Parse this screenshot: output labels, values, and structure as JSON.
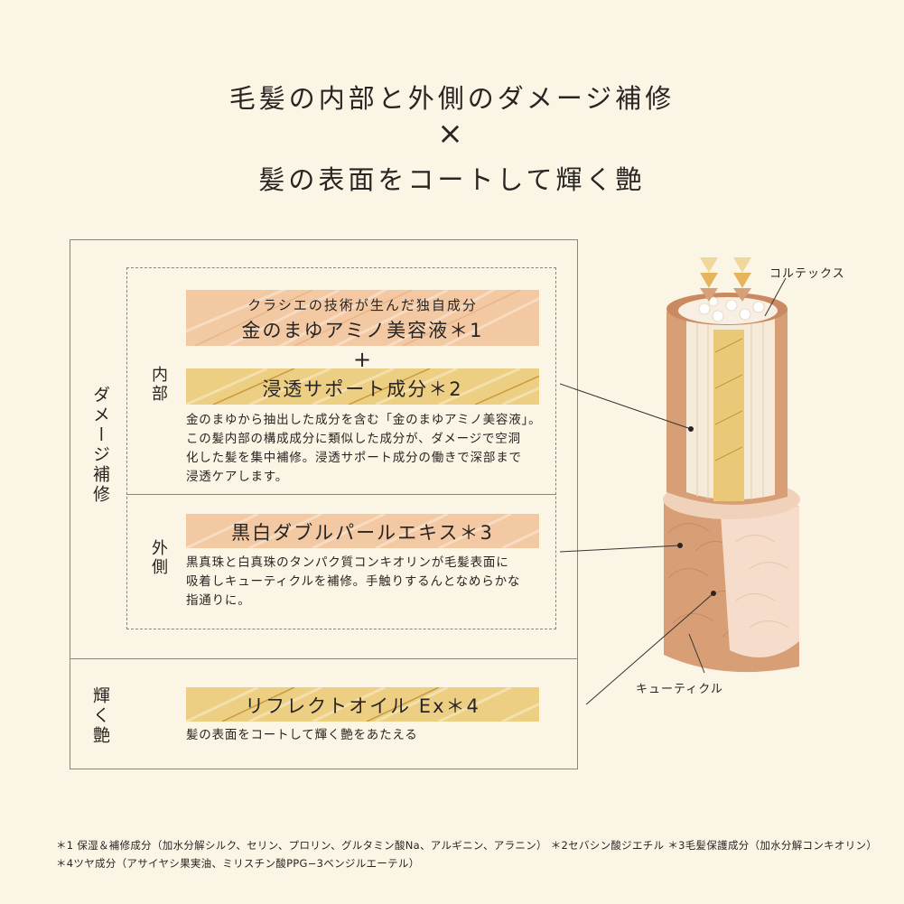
{
  "header": {
    "line1": "毛髪の内部と外側のダメージ補修",
    "times": "×",
    "line2": "髪の表面をコートして輝く艶"
  },
  "left_labels": {
    "damage": "ダメージ補修",
    "inner": "内部",
    "outer": "外側",
    "shine": "輝く艶"
  },
  "inner_section": {
    "banner1_sub": "クラシエの技術が生んだ独自成分",
    "banner1_main": "金のまゆアミノ美容液＊1",
    "plus": "+",
    "banner2_main": "浸透サポート成分＊2",
    "desc_lines": [
      "金のまゆから抽出した成分を含む「金のまゆアミノ美容液」。",
      "この髪内部の構成成分に類似した成分が、ダメージで空洞",
      "化した髪を集中補修。浸透サポート成分の働きで深部まで",
      "浸透ケアします。"
    ]
  },
  "outer_section": {
    "banner_main": "黒白ダブルパールエキス＊3",
    "desc_lines": [
      "黒真珠と白真珠のタンパク質コンキオリンが毛髪表面に",
      "吸着しキューティクルを補修。手触りするんとなめらかな",
      "指通りに。"
    ]
  },
  "shine_section": {
    "banner_main": "リフレクトオイル Ex＊4",
    "desc": "髪の表面をコートして輝く艶をあたえる"
  },
  "illustration": {
    "cortex_label": "コルテックス",
    "cuticle_label": "キューティクル"
  },
  "footnotes": {
    "line1": "＊1 保湿＆補修成分（加水分解シルク、セリン、プロリン、グルタミン酸Na、アルギニン、アラニン） ＊2セバシン酸ジエチル ＊3毛髪保護成分（加水分解コンキオリン）",
    "line2": "＊4ツヤ成分（アサイヤシ果実油、ミリスチン酸PPG−3ベンジルエーテル）"
  },
  "colors": {
    "background": "#fbf5e6",
    "peach_banner": "#f3c9a4",
    "gold_banner": "#edcf83",
    "hair_outer": "#d89f77",
    "cortex_core": "#e9c877",
    "text": "#2a2522"
  }
}
